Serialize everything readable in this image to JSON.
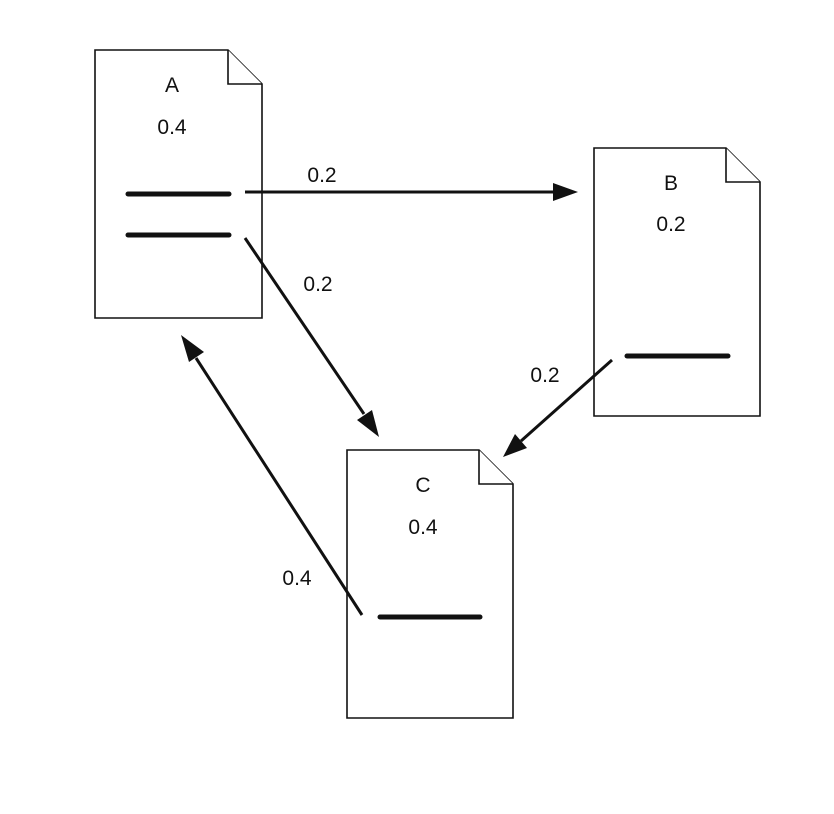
{
  "pages": [
    {
      "id": "A",
      "name": "A",
      "rank": "0.4"
    },
    {
      "id": "B",
      "name": "B",
      "rank": "0.2"
    },
    {
      "id": "C",
      "name": "C",
      "rank": "0.4"
    }
  ],
  "links": [
    {
      "from": "A",
      "to": "B",
      "weight": "0.2"
    },
    {
      "from": "A",
      "to": "C",
      "weight": "0.2"
    },
    {
      "from": "B",
      "to": "C",
      "weight": "0.2"
    },
    {
      "from": "C",
      "to": "A",
      "weight": "0.4"
    }
  ]
}
